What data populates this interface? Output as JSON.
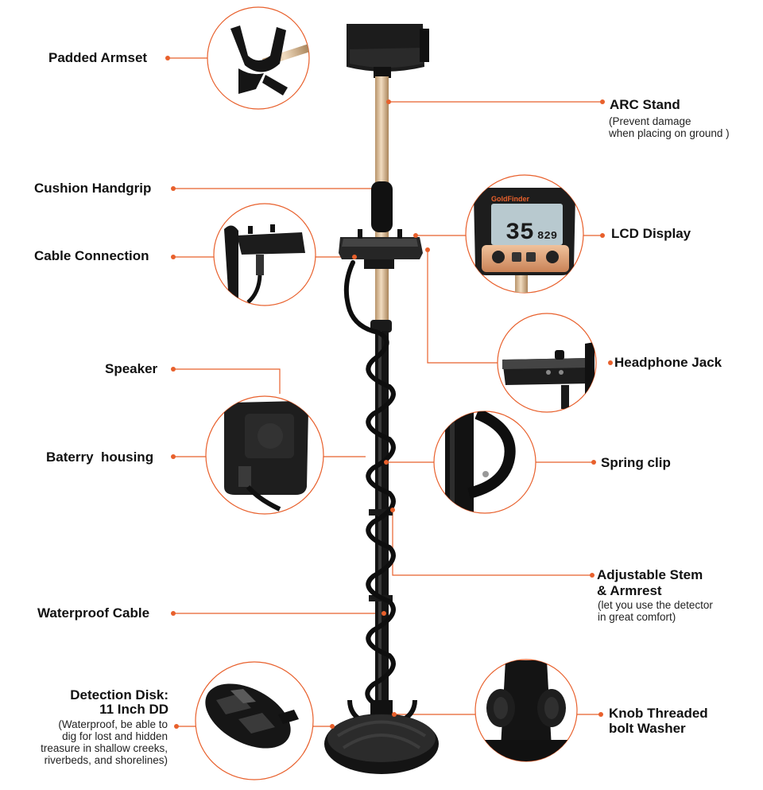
{
  "labels": {
    "padded_armset": "Padded Armset",
    "arc_stand": "ARC Stand",
    "arc_stand_note_1": "(Prevent damage",
    "arc_stand_note_2": "when placing on ground )",
    "cushion_handgrip": "Cushion Handgrip",
    "lcd_display": "LCD Display",
    "cable_connection": "Cable Connection",
    "headphone_jack": "Headphone Jack",
    "speaker": "Speaker",
    "battery_housing": "Baterry  housing",
    "spring_clip": "Spring clip",
    "adjustable_stem_1": "Adjustable Stem",
    "adjustable_stem_2": "& Armrest",
    "adjustable_note_1": "(let you use the detector",
    "adjustable_note_2": "in great comfort)",
    "waterproof_cable": "Waterproof Cable",
    "detection_disk_1": "Detection Disk:",
    "detection_disk_2": "11 Inch DD",
    "detection_note_1": "(Waterproof, be able to",
    "detection_note_2": "dig for lost and hidden",
    "detection_note_3": "treasure in shallow creeks,",
    "detection_note_4": "riverbeds, and shorelines)",
    "knob_1": "Knob Threaded",
    "knob_2": "bolt Washer"
  },
  "lcd": {
    "brand": "GoldFinder",
    "big_digits": "35",
    "small_digits": "829"
  },
  "colors": {
    "accent": "#e8602c",
    "stem": "#d9b98c",
    "body": "#1a1a1a",
    "lcd_panel": "#b8c9cf",
    "face": "#e3a57a"
  }
}
